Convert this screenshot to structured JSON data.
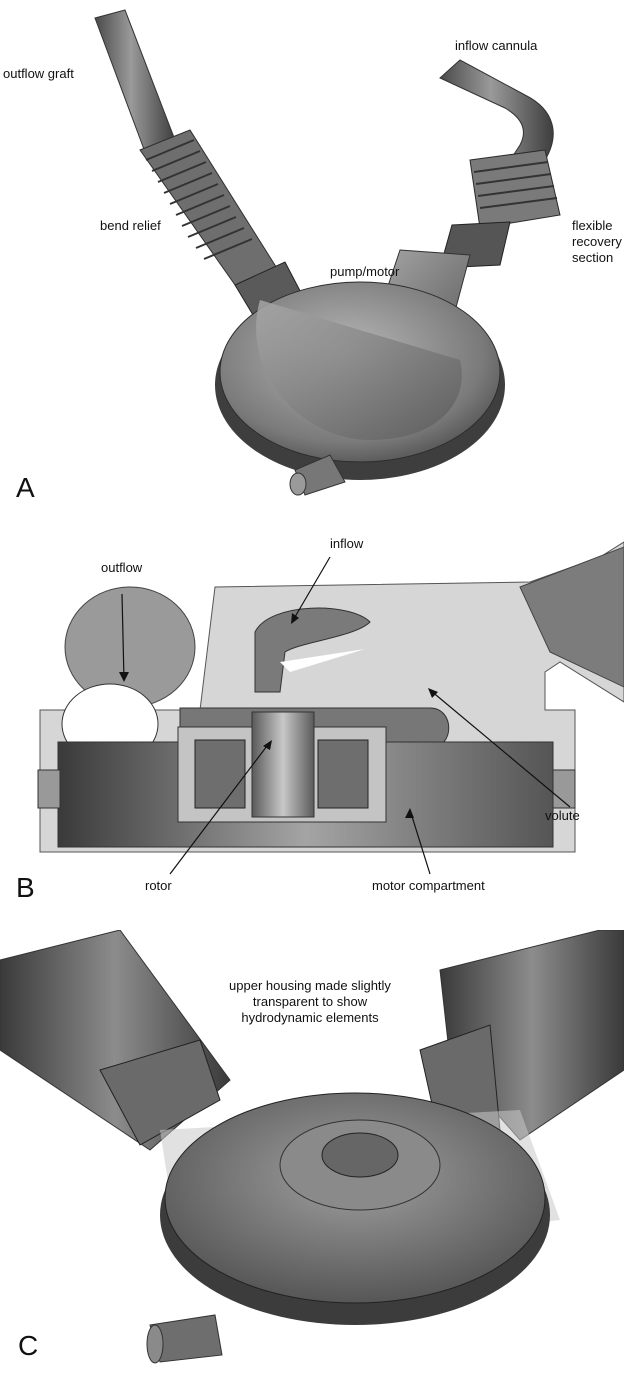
{
  "panels": [
    {
      "letter": "A",
      "labels": {
        "outflow_graft": "outflow graft",
        "inflow_cannula": "inflow cannula",
        "bend_relief": "bend relief",
        "pump_motor": "pump/motor",
        "flexible_recovery_section": "flexible\nrecovery\nsection"
      }
    },
    {
      "letter": "B",
      "labels": {
        "outflow": "outflow",
        "inflow": "inflow",
        "volute": "volute",
        "rotor": "rotor",
        "motor_compartment": "motor compartment"
      }
    },
    {
      "letter": "C",
      "labels": {
        "housing_note": "upper housing made slightly\ntransparent to show\nhydrodynamic elements"
      }
    }
  ]
}
